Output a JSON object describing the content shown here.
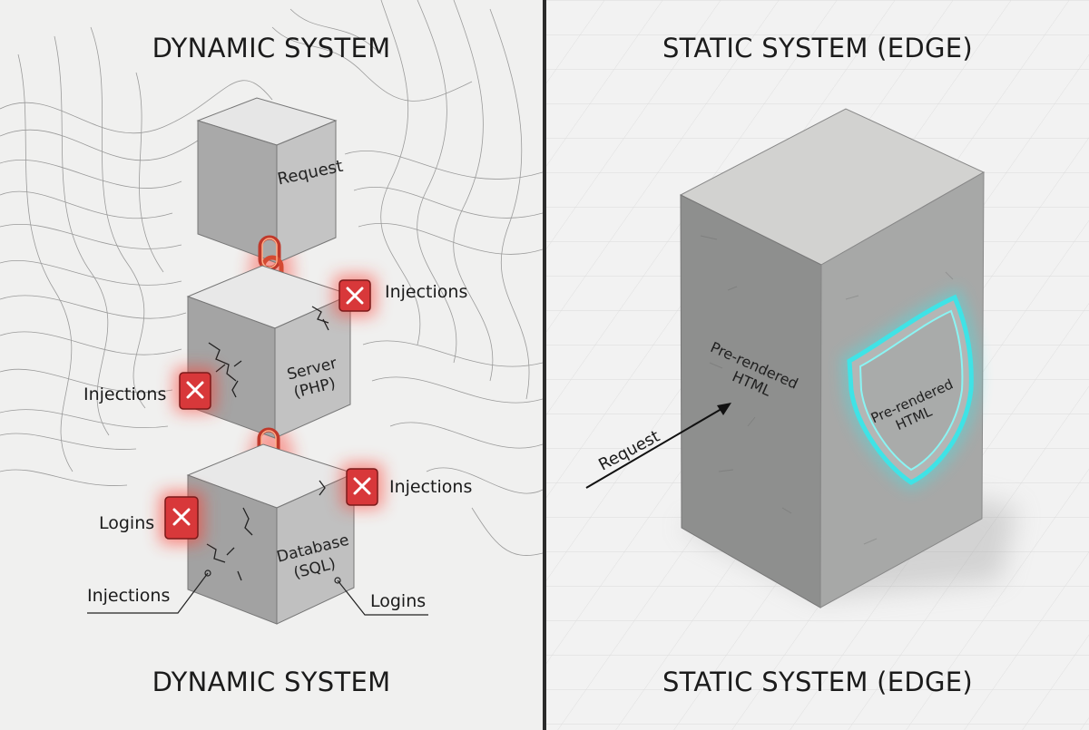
{
  "left_panel": {
    "title_top": "DYNAMIC SYSTEM",
    "title_bottom": "DYNAMIC SYSTEM",
    "blocks": {
      "request": "Request",
      "server_line1": "Server",
      "server_line2": "(PHP)",
      "database_line1": "Database",
      "database_line2": "(SQL)"
    },
    "threats": {
      "server_right": "Injections",
      "server_left": "Injections",
      "database_right": "Injections",
      "database_left": "Logins",
      "callout_left": "Injections",
      "callout_right": "Logins"
    }
  },
  "right_panel": {
    "title_top": "STATIC SYSTEM (EDGE)",
    "title_bottom": "STATIC SYSTEM (EDGE)",
    "request_label": "Request",
    "face_label_line1": "Pre-rendered",
    "face_label_line2": "HTML",
    "shield_label_line1": "Pre-rendered",
    "shield_label_line2": "HTML"
  },
  "colors": {
    "threat_red": "#e0393b",
    "chain_glow": "#ff5a3c",
    "shield_cyan": "#3fe3e6",
    "divider": "#2b2b2b"
  }
}
